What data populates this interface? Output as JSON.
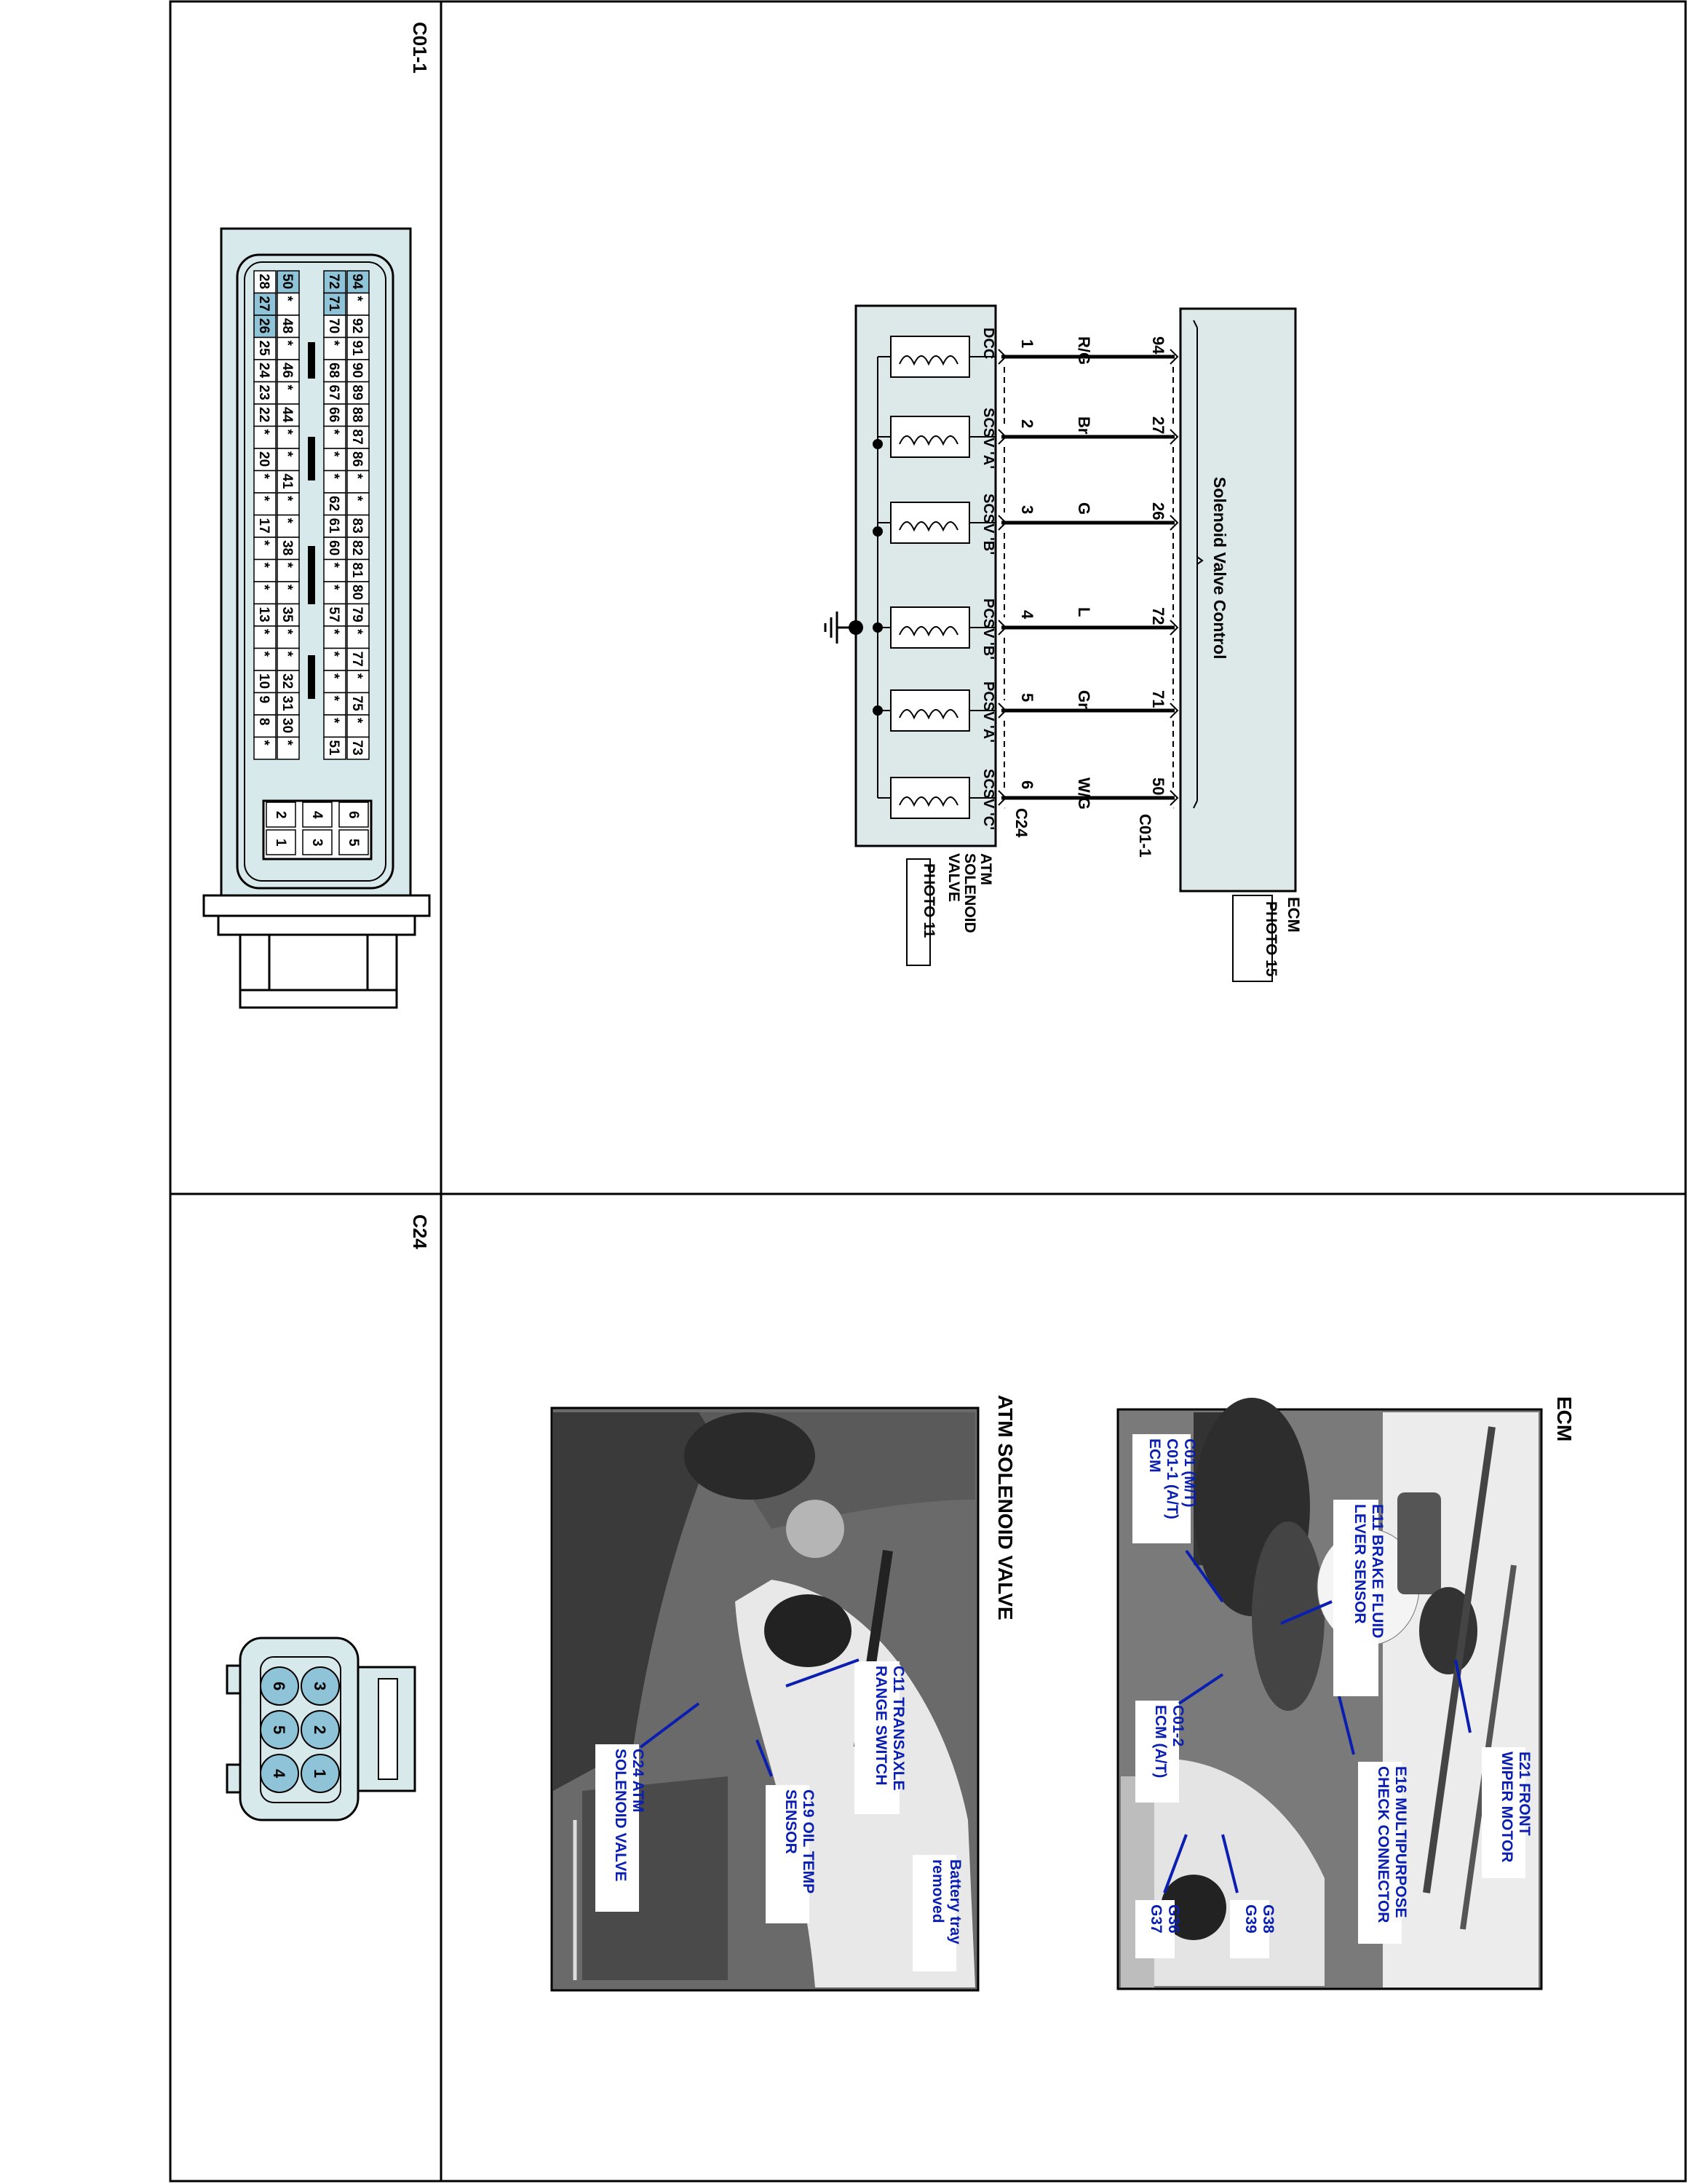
{
  "top_section": {
    "connector_c01_1": {
      "label": "C01-1",
      "pins_row1": [
        "94",
        "*",
        "92",
        "91",
        "90",
        "89",
        "88",
        "87",
        "86",
        "*",
        "*",
        "83",
        "82",
        "81",
        "80",
        "79",
        "*",
        "77",
        "*",
        "75",
        "*",
        "73"
      ],
      "pins_row2": [
        "72",
        "71",
        "70",
        "*",
        "68",
        "67",
        "66",
        "*",
        "*",
        "*",
        "62",
        "61",
        "60",
        "*",
        "*",
        "57",
        "*",
        "*",
        "*",
        "*",
        "*",
        "51"
      ],
      "pins_row3": [
        "50",
        "*",
        "48",
        "*",
        "46",
        "*",
        "44",
        "*",
        "*",
        "41",
        "*",
        "*",
        "38",
        "*",
        "*",
        "35",
        "*",
        "*",
        "32",
        "31",
        "30",
        "*"
      ],
      "pins_row4": [
        "28",
        "27",
        "26",
        "25",
        "24",
        "23",
        "22",
        "*",
        "20",
        "*",
        "*",
        "17",
        "*",
        "*",
        "*",
        "13",
        "*",
        "*",
        "10",
        "9",
        "8",
        "*"
      ],
      "small_block": [
        "6",
        "5",
        "4",
        "3",
        "2",
        "1"
      ]
    },
    "schematic": {
      "ecm": {
        "name": "ECM",
        "photo": "PHOTO 15",
        "control_label": "Solenoid Valve Control",
        "connector": "C01-1"
      },
      "atm": {
        "name_lines": [
          "ATM",
          "SOLENOID",
          "VALVE"
        ],
        "photo": "PHOTO 11",
        "connector": "C24"
      },
      "circuits": [
        {
          "ecm_pin": "94",
          "wire": "R/G",
          "atm_pin": "1",
          "solenoid": "DCC"
        },
        {
          "ecm_pin": "27",
          "wire": "Br",
          "atm_pin": "2",
          "solenoid": "SCSV 'A'"
        },
        {
          "ecm_pin": "26",
          "wire": "G",
          "atm_pin": "3",
          "solenoid": "SCSV 'B'"
        },
        {
          "ecm_pin": "72",
          "wire": "L",
          "atm_pin": "4",
          "solenoid": "PCSV 'B'"
        },
        {
          "ecm_pin": "71",
          "wire": "Gr",
          "atm_pin": "5",
          "solenoid": "PCSV 'A'"
        },
        {
          "ecm_pin": "50",
          "wire": "W/G",
          "atm_pin": "6",
          "solenoid": "SCSV 'C'"
        }
      ]
    }
  },
  "bottom_section": {
    "connector_c24": {
      "label": "C24",
      "pins_top": [
        "3",
        "2",
        "1"
      ],
      "pins_bottom": [
        "6",
        "5",
        "4"
      ]
    },
    "photo_ecm": {
      "title": "ECM",
      "callouts": {
        "wiper": [
          "E21 FRONT",
          "WIPER MOTOR"
        ],
        "e16": [
          "E16 MULTIPURPOSE",
          "CHECK CONNECTOR"
        ],
        "g38": [
          "G38",
          "G39"
        ],
        "g36": [
          "G36",
          "G37"
        ],
        "e11": [
          "E11 BRAKE FLUID",
          "LEVER SENSOR"
        ],
        "c01": [
          "C01 (M/T)",
          "C01-1 (A/T)",
          "ECM"
        ],
        "c012": [
          "C01-2",
          "ECM (A/T)"
        ]
      }
    },
    "photo_atm": {
      "title": "ATM SOLENOID VALVE",
      "callouts": {
        "battery": [
          "Battery tray",
          "removed"
        ],
        "c11": [
          "C11 TRANSAXLE",
          "RANGE SWITCH"
        ],
        "c19": [
          "C19 OIL TEMP",
          "SENSOR"
        ],
        "c24": [
          "C24 ATM",
          "SOLENOID VALVE"
        ]
      }
    }
  },
  "colors": {
    "connector_fill": "#d8e9ec",
    "pin_highlight": "#8fc4d8",
    "schematic_box": "#dde8e9",
    "callout_text": "#0a1fb0"
  }
}
